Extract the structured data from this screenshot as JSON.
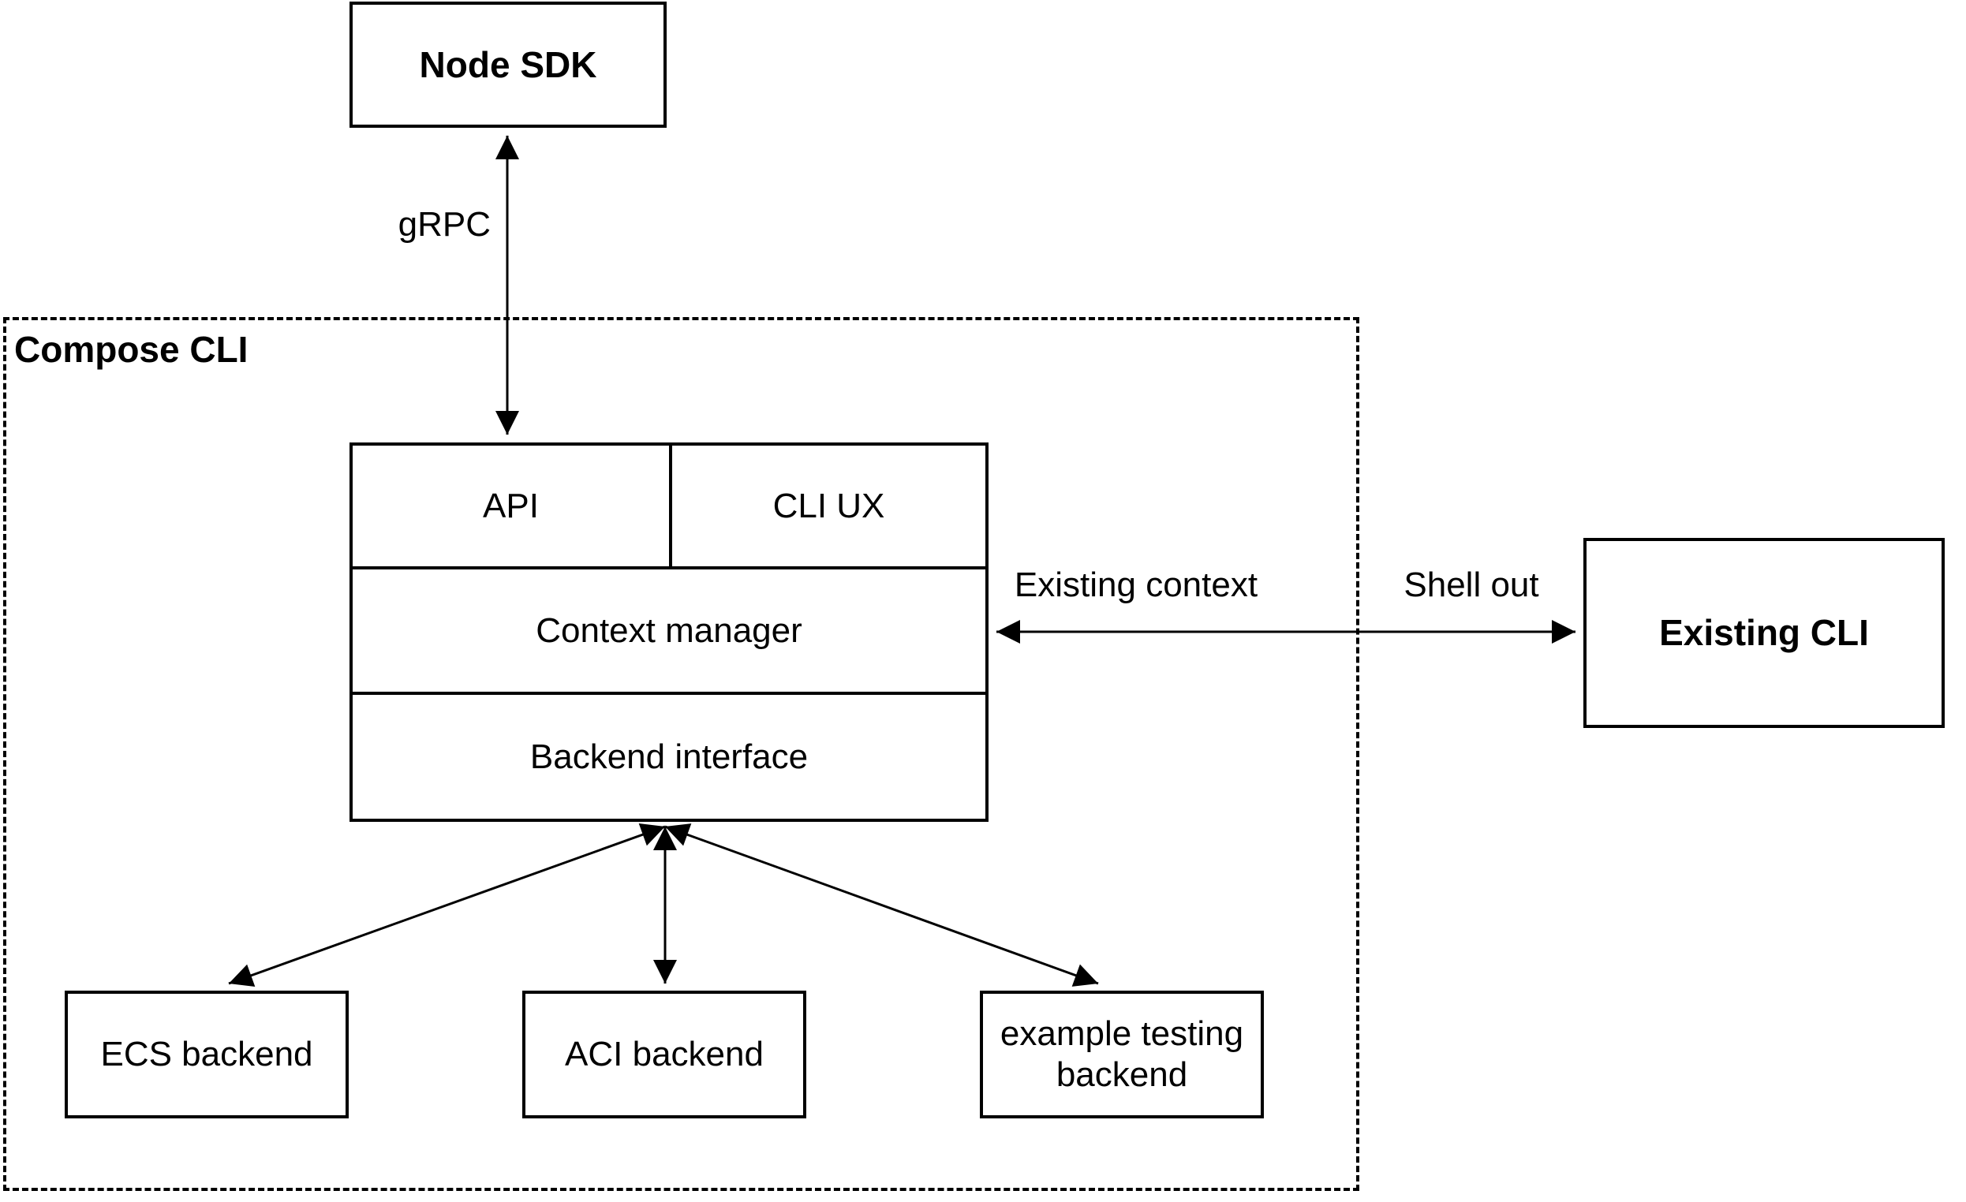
{
  "diagram": {
    "containers": {
      "compose_cli": {
        "label": "Compose CLI"
      }
    },
    "nodes": {
      "node_sdk": {
        "label": "Node SDK"
      },
      "api": {
        "label": "API"
      },
      "cli_ux": {
        "label": "CLI UX"
      },
      "context_manager": {
        "label": "Context manager"
      },
      "backend_interface": {
        "label": "Backend interface"
      },
      "existing_cli": {
        "label": "Existing CLI"
      },
      "ecs_backend": {
        "label": "ECS backend"
      },
      "aci_backend": {
        "label": "ACI backend"
      },
      "example_testing_backend": {
        "label": "example testing backend"
      }
    },
    "edges": {
      "grpc": {
        "label": "gRPC",
        "from": "node_sdk",
        "to": "api",
        "bidirectional": true
      },
      "existing_context": {
        "label": "Existing context",
        "from": "context_manager",
        "to": "existing_cli",
        "bidirectional": true
      },
      "shell_out": {
        "label": "Shell out",
        "from": "context_manager",
        "to": "existing_cli",
        "bidirectional": true
      },
      "to_ecs": {
        "label": "",
        "from": "backend_interface",
        "to": "ecs_backend",
        "bidirectional": true
      },
      "to_aci": {
        "label": "",
        "from": "backend_interface",
        "to": "aci_backend",
        "bidirectional": true
      },
      "to_example": {
        "label": "",
        "from": "backend_interface",
        "to": "example_testing_backend",
        "bidirectional": true
      }
    },
    "colors": {
      "stroke": "#000000",
      "background": "#ffffff"
    }
  }
}
